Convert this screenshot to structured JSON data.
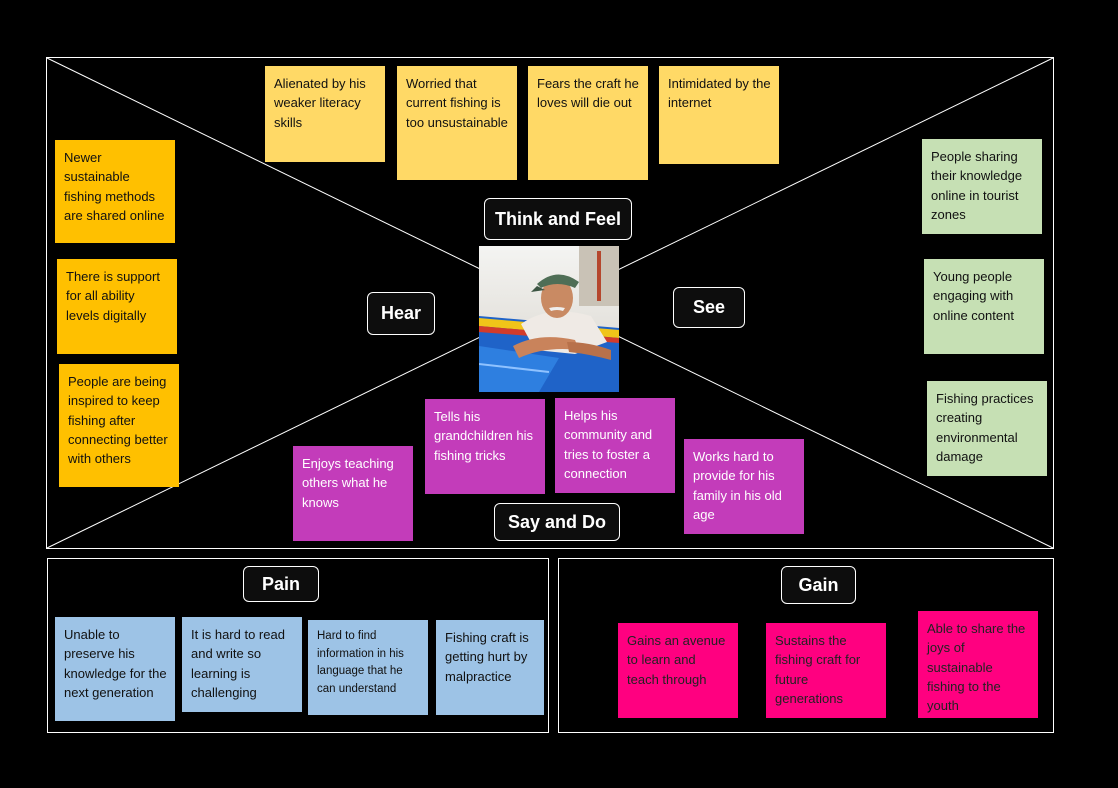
{
  "labels": {
    "think_feel": "Think and Feel",
    "hear": "Hear",
    "see": "See",
    "say_do": "Say and Do",
    "pain": "Pain",
    "gain": "Gain"
  },
  "think_feel_notes": [
    "Alienated by his weaker literacy skills",
    "Worried that current fishing is too unsustainable",
    "Fears the craft he loves will die out",
    "Intimidated by the internet"
  ],
  "hear_notes": [
    "Newer sustainable fishing methods are shared online",
    "There is support for all ability levels digitally",
    "People are being inspired to keep fishing after connecting better with others"
  ],
  "see_notes": [
    "People sharing their knowledge online in tourist zones",
    "Young people engaging with online content",
    "Fishing practices creating environmental damage"
  ],
  "say_do_notes": [
    "Enjoys teaching others what he knows",
    "Tells his grandchildren his fishing tricks",
    "Helps his community and tries to foster a connection",
    "Works hard to provide for his family in his old age"
  ],
  "pain_notes": [
    "Unable to preserve his knowledge for the next generation",
    "It is hard to read and write so learning is challenging",
    "Hard to find information in his language that he can understand",
    "Fishing craft is getting hurt by malpractice"
  ],
  "gain_notes": [
    "Gains an avenue to learn and teach through",
    "Sustains the fishing craft for future generations",
    "Able to share the joys of sustainable fishing to the youth"
  ],
  "colors": {
    "think_feel": "#ffd966",
    "hear": "#ffc000",
    "see": "#c6e0b4",
    "say_do": "#c33cba",
    "pain": "#9dc3e6",
    "gain": "#ff0080"
  },
  "photo": {
    "subject": "elderly fisherman in a cap leaning on a blue boat"
  }
}
